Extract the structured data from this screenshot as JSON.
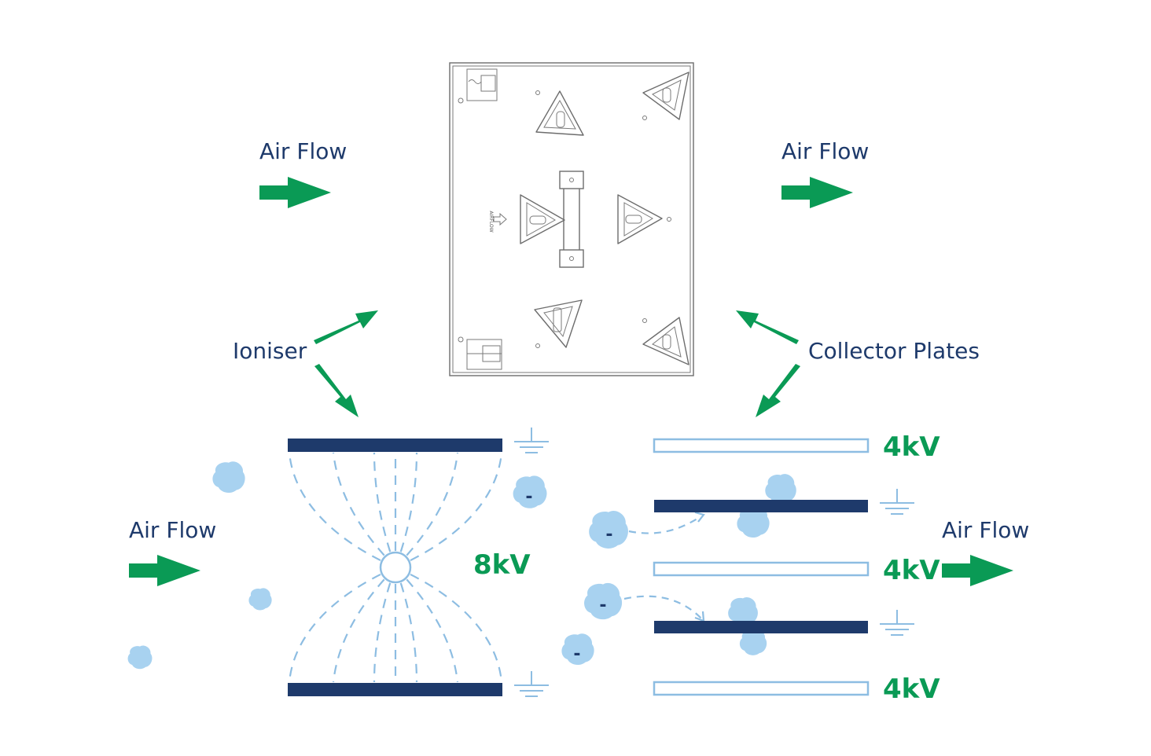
{
  "labels": {
    "airflow_top_left": "Air Flow",
    "airflow_top_right": "Air Flow",
    "airflow_bottom_left": "Air Flow",
    "airflow_bottom_right": "Air Flow",
    "ioniser": "Ioniser",
    "collector_plates": "Collector Plates"
  },
  "voltages": {
    "ioniser": "8kV",
    "collector_1": "4kV",
    "collector_2": "4kV",
    "collector_3": "4kV"
  },
  "unit_marking": "AIRFLOW",
  "charge_symbol": "-",
  "colors": {
    "arrow_green": "#0a9a55",
    "label_navy": "#1e3a6b",
    "plate_navy": "#1e3a6b",
    "light_blue": "#8dbde2",
    "particle": "#a8d2f0"
  }
}
